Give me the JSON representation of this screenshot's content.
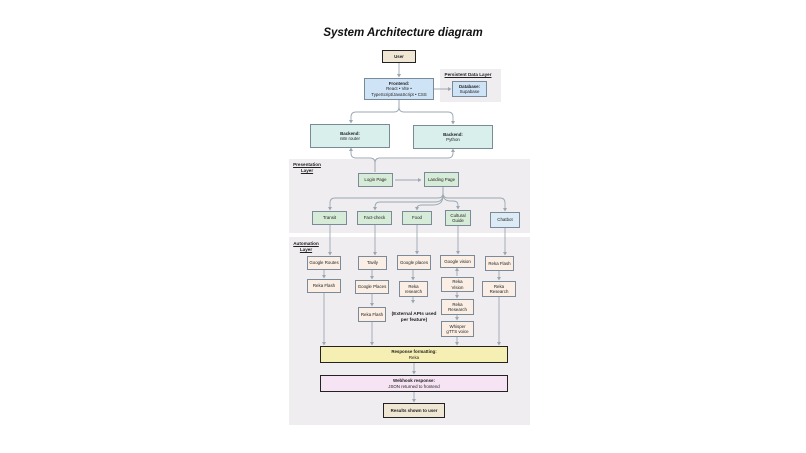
{
  "title": "System Architecture diagram",
  "layers": {
    "persistent": "Persistent Data Layer",
    "presentation": [
      "Presentation",
      "Layer"
    ],
    "automation": [
      "Automation",
      "Layer"
    ]
  },
  "nodes": {
    "user": "User",
    "frontend": {
      "title": "Frontend:",
      "l1": "React • Vite •",
      "l2": "TypeScript/JavaScript • CSS"
    },
    "database": {
      "title": "Database:",
      "l1": "Supabase"
    },
    "backend_n8n": {
      "title": "Backend:",
      "l1": "n8n router"
    },
    "backend_py": {
      "title": "Backend:",
      "l1": "Python"
    },
    "login": "Login Page",
    "landing": "Landing Page",
    "transit": "Transit",
    "factcheck": "Fact-check",
    "food": "Food",
    "cultural": [
      "Cultural",
      "Guide"
    ],
    "chatbot": "Chatbot",
    "google_routes": "Google Routes",
    "reka_flash_1": "Reka Flash",
    "tavily": "Tavily",
    "google_places_1": "Google Places",
    "reka_flash_2": "Reka Flash",
    "google_places_2": "Google places",
    "reka_research_1": [
      "Reka",
      "research"
    ],
    "google_vision": "Google vision",
    "reka_vision": [
      "Reka",
      "Vision"
    ],
    "reka_research_2": [
      "Reka",
      "Research"
    ],
    "whisper": [
      "Whisper",
      "gTTS voice"
    ],
    "reka_flash_3": "Reka Flash",
    "reka_research_3": [
      "Reka",
      "Research"
    ],
    "response": {
      "title": "Response formatting:",
      "l1": "Reka"
    },
    "webhook": {
      "title": "Webhook response:",
      "l1": "JSON returned to frontend"
    },
    "results": "Results shown to user"
  },
  "external_note": [
    "(External APIs used",
    "per feature)"
  ],
  "colors": {
    "user": "#efe7d4",
    "frontend": "#cfe3f6",
    "database": "#cfe3f6",
    "backend": "#d8efec",
    "login": "#d6ecd8",
    "landing": "#d6ecd8",
    "feature": "#d6ecd8",
    "chatbot": "#dcebf6",
    "automation": "#faeee5",
    "response": "#f6efb3",
    "webhook": "#f6e3f3",
    "region": "#efedf0",
    "line": "#9ba7b2"
  }
}
